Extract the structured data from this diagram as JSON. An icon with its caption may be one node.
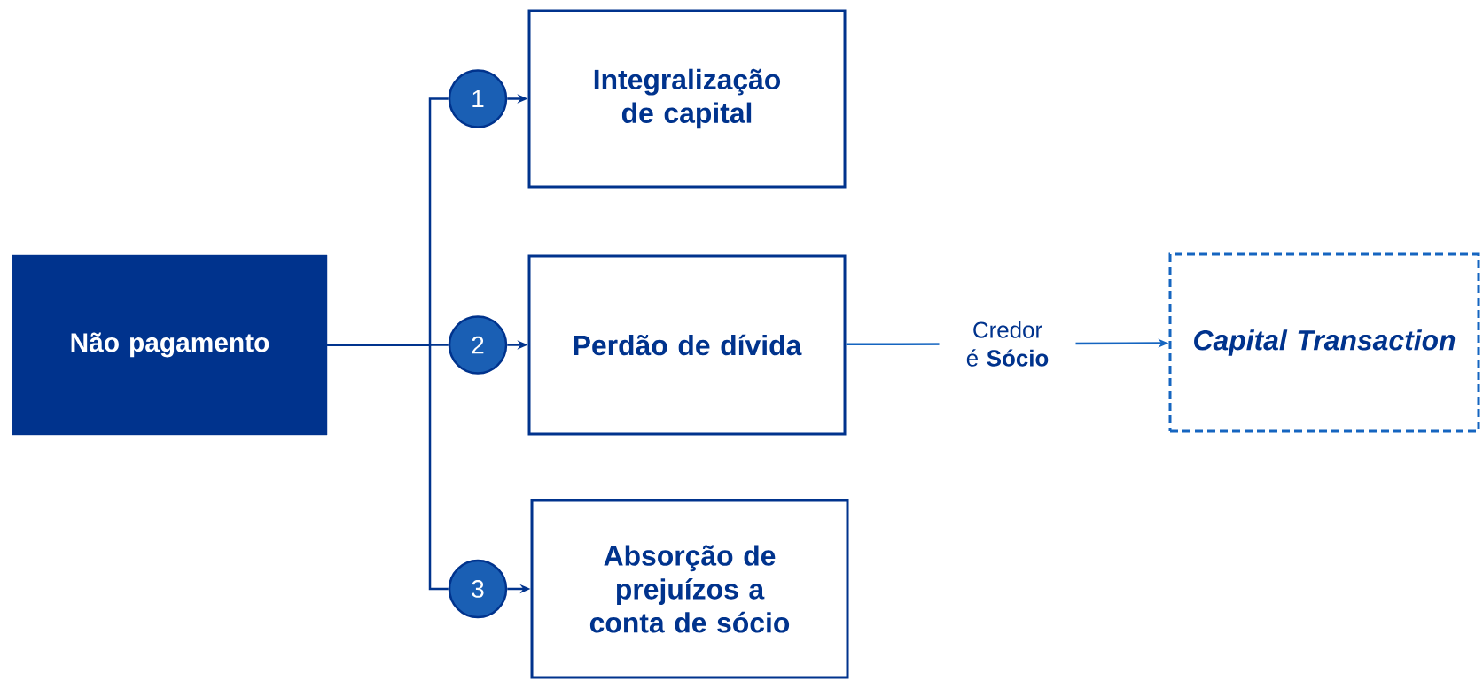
{
  "diagram": {
    "nodes": [
      {
        "text": [
          "Não pagamento"
        ]
      },
      {
        "text": [
          "Integralização de capital"
        ]
      },
      {
        "text": [
          "Perdão de dívida"
        ]
      },
      {
        "text": [
          "Absorção de prejuízos a conta de sócio"
        ]
      },
      {
        "text": [
          "Capital Transaction"
        ]
      },
      {
        "text": [
          "1"
        ]
      },
      {
        "text": [
          "2"
        ]
      },
      {
        "text": [
          "3"
        ]
      }
    ],
    "edges": [
      {
        "from": 0,
        "to": 5,
        "arrow": "none"
      },
      {
        "from": 0,
        "to": 6,
        "arrow": "none"
      },
      {
        "from": 0,
        "to": 7,
        "arrow": "none"
      },
      {
        "from": 5,
        "to": 1,
        "arrow": "to"
      },
      {
        "from": 6,
        "to": 2,
        "arrow": "to"
      },
      {
        "from": 7,
        "to": 3,
        "arrow": "to"
      },
      {
        "from": 2,
        "to": 4,
        "arrow": "to",
        "label": "Credor é **Sócio**",
        "color": "#1565c0"
      }
    ]
  }
}
